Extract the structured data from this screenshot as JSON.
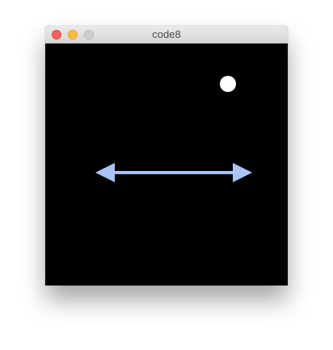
{
  "window": {
    "title": "code8"
  },
  "colors": {
    "canvas_background": "#000000",
    "arrow": "#a9c4f5",
    "dot": "#ffffff",
    "close_button": "#fc605b",
    "minimize_button": "#fdbc40",
    "zoom_button": "#cfcfcf"
  },
  "icons": {
    "arrow": "double-headed-horizontal-arrow",
    "dot": "circle"
  }
}
